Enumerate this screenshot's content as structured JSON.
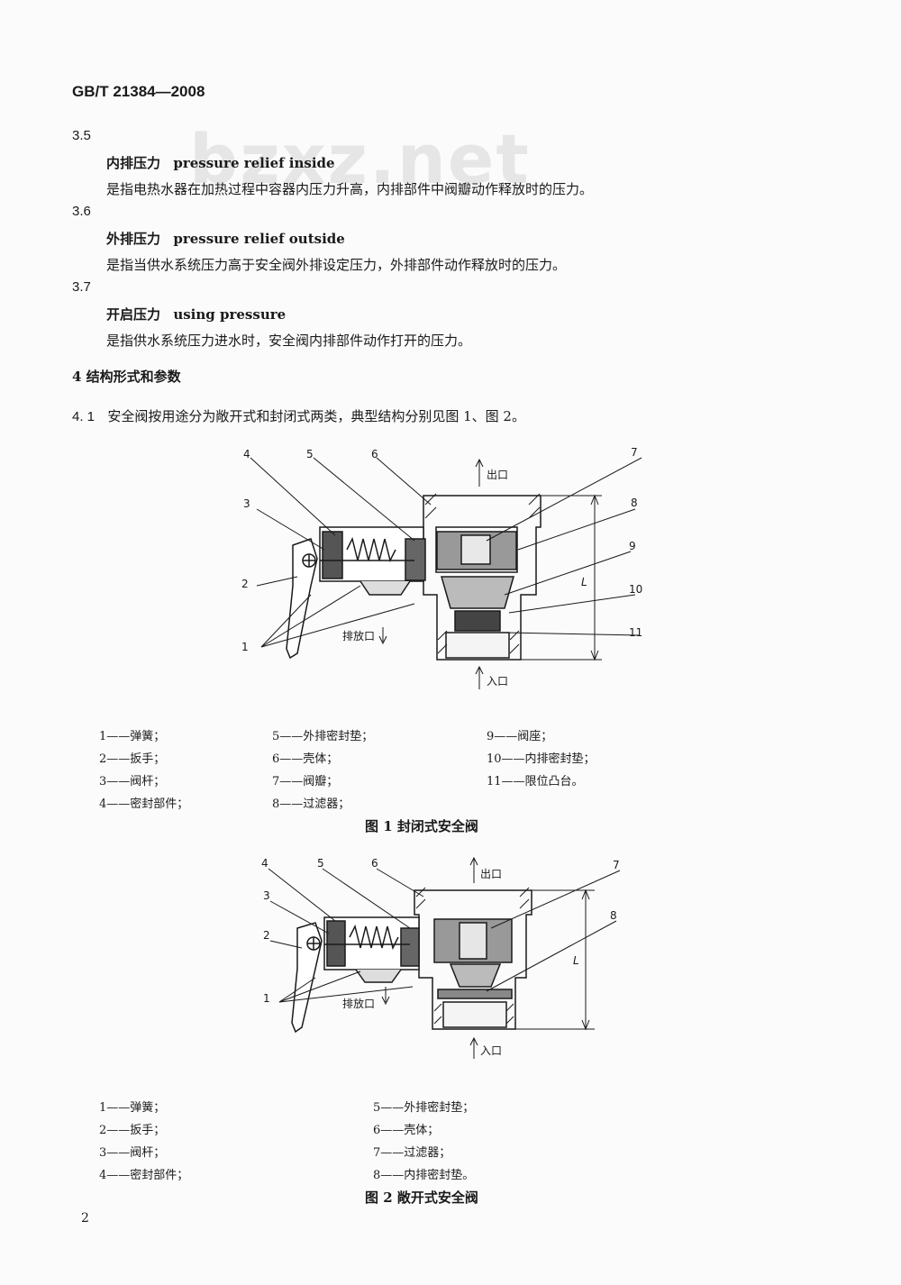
{
  "header": {
    "standard_id": "GB/T 21384—2008"
  },
  "watermark": "bzxz.net",
  "terms": [
    {
      "number": "3.5",
      "cn": "内排压力",
      "en": "pressure relief inside",
      "definition": "是指电热水器在加热过程中容器内压力升高，内排部件中阀瓣动作释放时的压力。"
    },
    {
      "number": "3.6",
      "cn": "外排压力",
      "en": "pressure relief outside",
      "definition": "是指当供水系统压力高于安全阀外排设定压力，外排部件动作释放时的压力。"
    },
    {
      "number": "3.7",
      "cn": "开启压力",
      "en": "using pressure",
      "definition": "是指供水系统压力进水时，安全阀内排部件动作打开的压力。"
    }
  ],
  "section4": {
    "title": "4   结构形式和参数"
  },
  "clause41": {
    "number": "4. 1",
    "text": "安全阀按用途分为敞开式和封闭式两类，典型结构分别见图 1、图 2。"
  },
  "figure1": {
    "labels": {
      "outlet": "出口",
      "inlet": "入口",
      "drain": "排放口",
      "dim": "L",
      "n1": "1",
      "n2": "2",
      "n3": "3",
      "n4": "4",
      "n5": "5",
      "n6": "6",
      "n7": "7",
      "n8": "8",
      "n9": "9",
      "n10": "10",
      "n11": "11"
    },
    "legend": [
      "1——弹簧；",
      "2——扳手；",
      "3——阀杆；",
      "4——密封部件；",
      "5——外排密封垫；",
      "6——壳体；",
      "7——阀瓣；",
      "8——过滤器；",
      "9——阀座；",
      "10——内排密封垫；",
      "11——限位凸台。"
    ],
    "caption": "图 1   封闭式安全阀"
  },
  "figure2": {
    "labels": {
      "outlet": "出口",
      "inlet": "入口",
      "drain": "排放口",
      "dim": "L",
      "n1": "1",
      "n2": "2",
      "n3": "3",
      "n4": "4",
      "n5": "5",
      "n6": "6",
      "n7": "7",
      "n8": "8"
    },
    "legend": [
      "1——弹簧；",
      "2——扳手；",
      "3——阀杆；",
      "4——密封部件；",
      "5——外排密封垫；",
      "6——壳体；",
      "7——过滤器；",
      "8——内排密封垫。"
    ],
    "caption": "图 2   敞开式安全阀"
  },
  "page_number": "2"
}
